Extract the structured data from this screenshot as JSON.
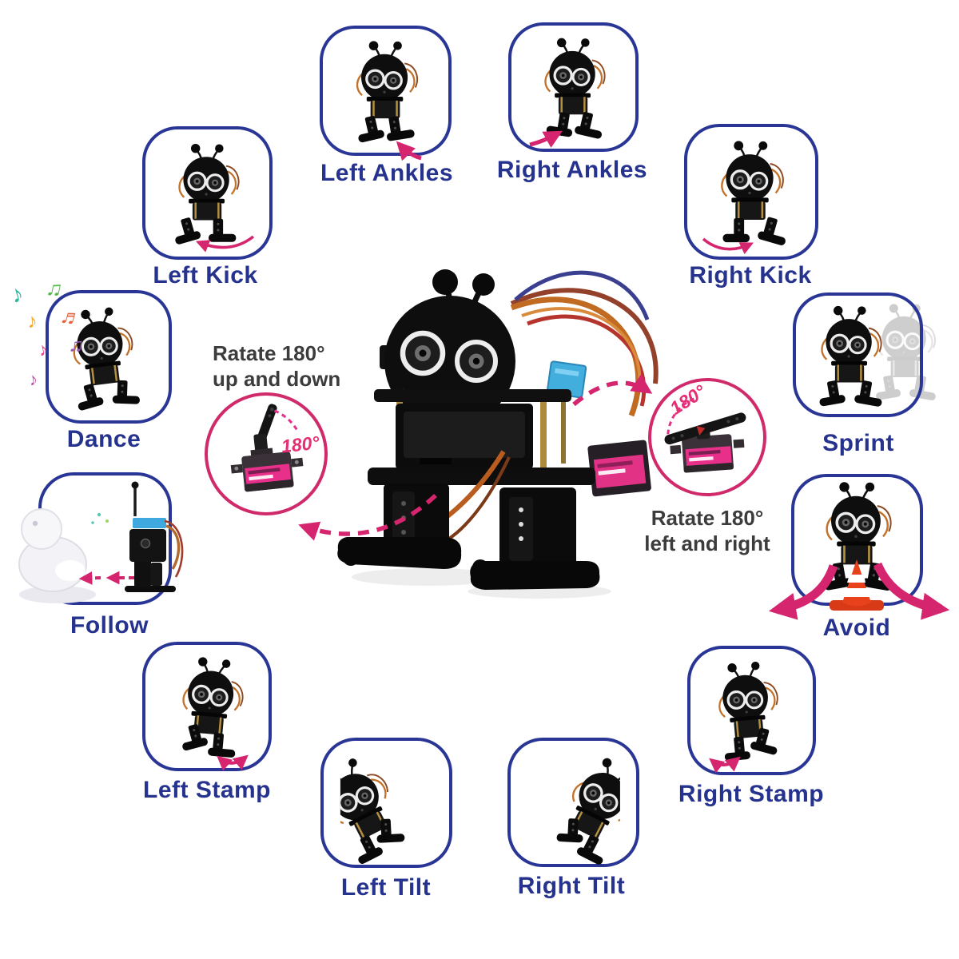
{
  "diagram": {
    "subject": "biped robot function diagram",
    "colors": {
      "box_border": "#2a3696",
      "label_text": "#26338e",
      "accent_pink": "#d6256f",
      "annotation_text": "#3c3c3c",
      "cone_orange": "#e8421c"
    },
    "features": [
      {
        "id": "left-ankles",
        "label": "Left Ankles"
      },
      {
        "id": "right-ankles",
        "label": "Right Ankles"
      },
      {
        "id": "left-kick",
        "label": "Left Kick"
      },
      {
        "id": "right-kick",
        "label": "Right Kick"
      },
      {
        "id": "dance",
        "label": "Dance"
      },
      {
        "id": "sprint",
        "label": "Sprint"
      },
      {
        "id": "follow",
        "label": "Follow"
      },
      {
        "id": "avoid",
        "label": "Avoid"
      },
      {
        "id": "left-stamp",
        "label": "Left Stamp"
      },
      {
        "id": "right-stamp",
        "label": "Right Stamp"
      },
      {
        "id": "left-tilt",
        "label": "Left Tilt"
      },
      {
        "id": "right-tilt",
        "label": "Right Tilt"
      }
    ],
    "annotations": {
      "left_servo": {
        "line1": "Ratate 180°",
        "line2": "up and down",
        "degree": "180°"
      },
      "right_servo": {
        "line1": "Ratate 180°",
        "line2": "left and right",
        "degree": "180°"
      }
    },
    "decorations": {
      "music_notes": [
        "♪",
        "♫",
        "♪",
        "♬",
        "♪",
        "♫",
        "♪"
      ]
    }
  }
}
